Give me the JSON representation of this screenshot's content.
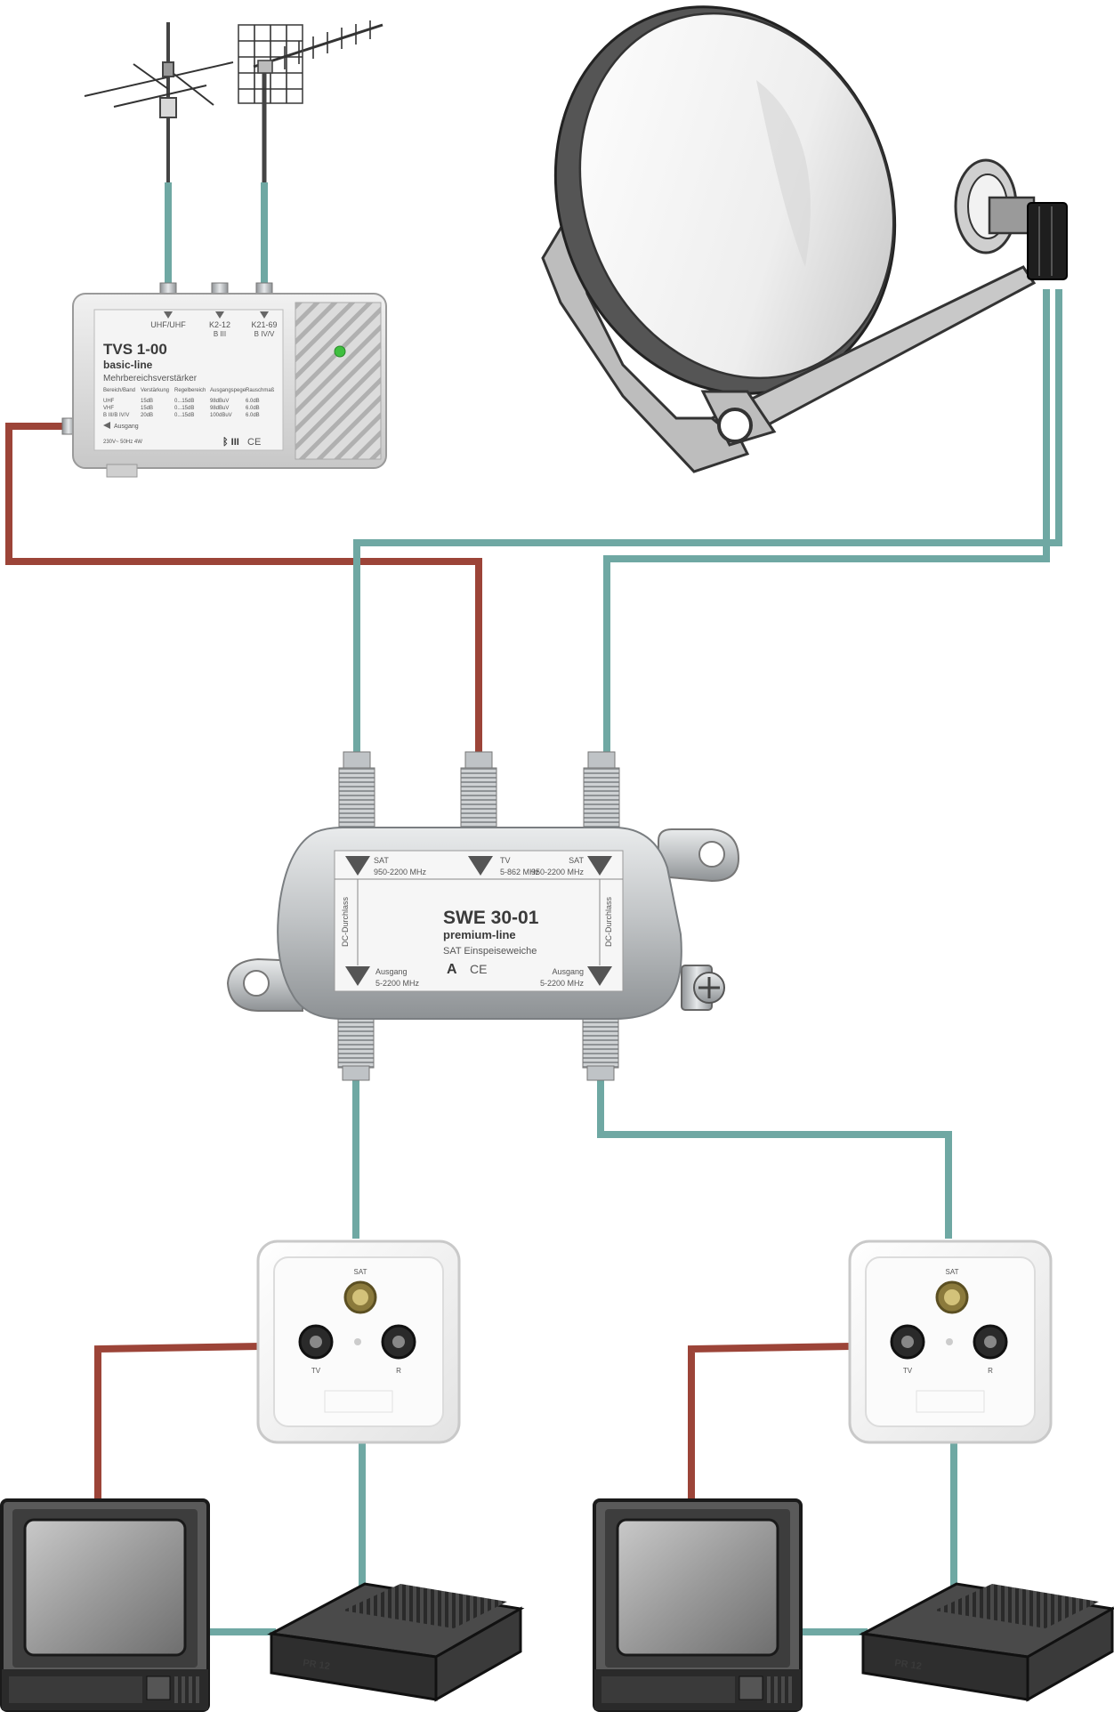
{
  "colors": {
    "cable_sat": "#6fa8a3",
    "cable_tv": "#9c4438",
    "device_metal": "#bfc3c6",
    "background": "#ffffff"
  },
  "amplifier": {
    "model": "TVS 1-00",
    "line": "basic-line",
    "description": "Mehrbereichsverstärker",
    "inputs": [
      "UHF/UHF",
      "K2-12",
      "K21-69"
    ],
    "inputs_sub": [
      "",
      "B III",
      "B IV/V"
    ],
    "output_label": "Ausgang",
    "spec_headers": [
      "Bereich/Band",
      "Verstärkung",
      "Regelbereich",
      "Ausgangspegel",
      "Rauschmaß"
    ],
    "spec_col1": [
      "UHF",
      "VHF",
      "B III/B IV/V"
    ],
    "spec_col2": [
      "15dB",
      "15dB",
      "20dB"
    ],
    "spec_col3": [
      "0...15dB",
      "0...15dB",
      "0...15dB"
    ],
    "spec_col4": [
      "98dBuV",
      "98dBuV",
      "100dBuV"
    ],
    "spec_col5": [
      "6.0dB",
      "6.0dB",
      "6.0dB"
    ],
    "power": "230V~ 50Hz 4W",
    "brand": "ᛒ III"
  },
  "switch": {
    "model": "SWE 30-01",
    "line": "premium-line",
    "description": "SAT Einspeiseweiche",
    "port_labels": [
      {
        "name": "SAT",
        "freq": "950-2200 MHz"
      },
      {
        "name": "TV",
        "freq": "5-862 MHz"
      },
      {
        "name": "SAT",
        "freq": "950-2200 MHz"
      }
    ],
    "output_labels": [
      {
        "name": "Ausgang",
        "freq": "5-2200 MHz"
      },
      {
        "name": "Ausgang",
        "freq": "5-2200 MHz"
      }
    ],
    "side_label": "DC-Durchlass",
    "logo": "A"
  },
  "wall_socket": {
    "labels": [
      "SAT",
      "TV",
      "R"
    ]
  },
  "receiver": {
    "badge": "PR 12"
  }
}
